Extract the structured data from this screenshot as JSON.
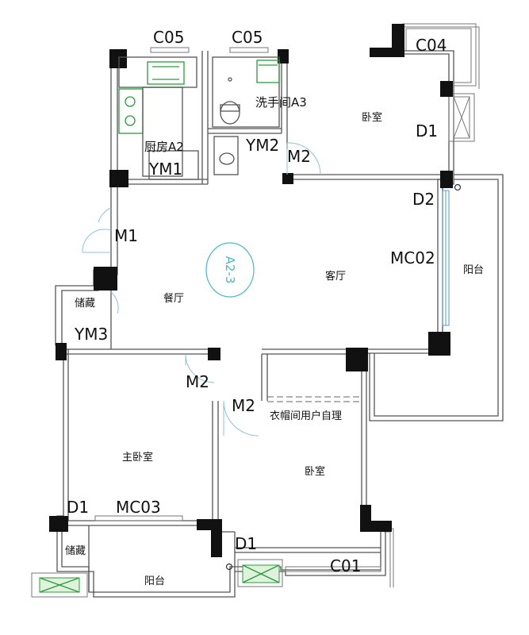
{
  "plan": {
    "stamp": "A2-3",
    "rooms": {
      "kitchen": "厨房A2",
      "wash": "洗手间A3",
      "bedroom_ne": "卧室",
      "dining": "餐厅",
      "living": "客厅",
      "balcony_e": "阳台",
      "storage_w": "储藏",
      "master": "主卧室",
      "cloak": "衣帽间用户自理",
      "bedroom_s": "卧室",
      "storage_sw": "储藏",
      "balcony_s": "阳台"
    },
    "codes": {
      "c05_a": "C05",
      "c05_b": "C05",
      "c04": "C04",
      "d1_ne": "D1",
      "ym2": "YM2",
      "m2_top": "M2",
      "ym1": "YM1",
      "d2": "D2",
      "m1": "M1",
      "mc02": "MC02",
      "ym3": "YM3",
      "m2_mid": "M2",
      "m2_cloak": "M2",
      "d1_sw": "D1",
      "mc03": "MC03",
      "d1_s": "D1",
      "c01": "C01"
    }
  }
}
